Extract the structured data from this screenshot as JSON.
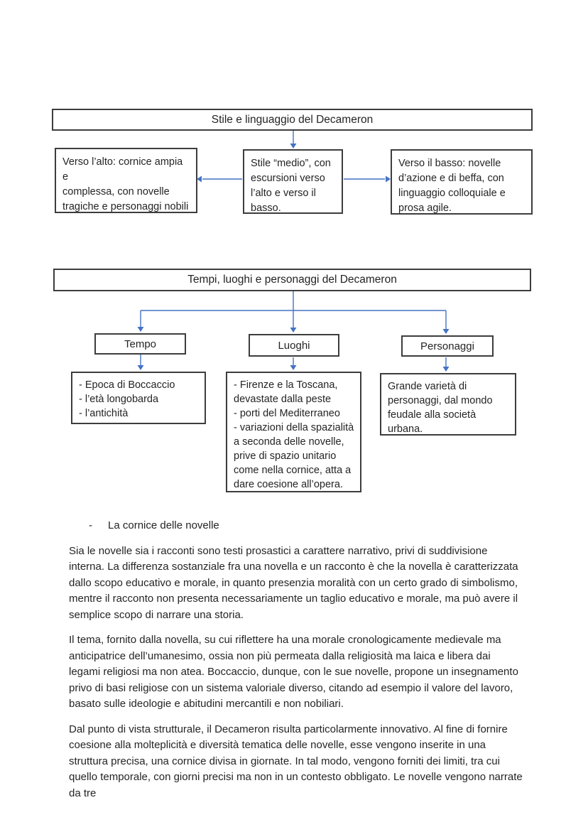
{
  "colors": {
    "arrow": "#4472c4",
    "border": "#3d3d3d",
    "text": "#242424",
    "page_bg": "#ffffff"
  },
  "diagram_stile": {
    "title": "Stile e linguaggio del Decameron",
    "left_box": "Verso l’alto: cornice ampia e\ncomplessa, con novelle\ntragiche e personaggi nobili",
    "middle_box": "Stile “medio”, con\nescursioni verso\nl’alto e verso il\nbasso.",
    "right_box": "Verso il basso: novelle\nd’azione e di beffa, con\nlinguaggio colloquiale e\nprosa agile."
  },
  "diagram_tempi": {
    "title": "Tempi, luoghi e personaggi del Decameron",
    "branches": [
      {
        "label": "Tempo",
        "content": "- Epoca di Boccaccio\n- l’età longobarda\n- l’antichità"
      },
      {
        "label": "Luoghi",
        "content": "- Firenze e la Toscana,\ndevastate dalla peste\n- porti del Mediterraneo\n- variazioni della spazialità\na seconda delle novelle,\nprive di spazio unitario\ncome nella cornice, atta a\ndare coesione all’opera."
      },
      {
        "label": "Personaggi",
        "content": "Grande varietà di\npersonaggi, dal mondo\nfeudale alla società\nurbana."
      }
    ]
  },
  "text_section": {
    "bullet_dash": "-",
    "bullet": "La cornice delle novelle",
    "paragraphs": [
      "Sia le novelle sia i racconti sono testi prosastici a carattere narrativo, privi di suddivisione interna. La differenza sostanziale fra una novella e un racconto è che la novella è caratterizzata dallo scopo educativo e morale, in quanto presenzia moralità con un certo grado di simbolismo, mentre il racconto non presenta necessariamente un taglio educativo e morale, ma può avere il semplice scopo di narrare una storia.",
      "Il tema, fornito dalla novella, su cui riflettere ha una morale cronologicamente medievale ma anticipatrice dell’umanesimo, ossia non più permeata dalla religiosità ma laica e libera dai legami religiosi ma non atea. Boccaccio, dunque, con le sue novelle, propone un insegnamento privo di basi religiose con un sistema valoriale diverso, citando ad esempio il valore del lavoro, basato sulle ideologie e abitudini mercantili e non nobiliari.",
      "Dal punto di vista strutturale, il Decameron risulta particolarmente innovativo. Al fine di fornire coesione alla molteplicità e diversità tematica delle novelle, esse vengono inserite in una struttura precisa, una cornice divisa in giornate. In tal modo, vengono forniti dei limiti, tra cui quello temporale, con giorni precisi ma non in un contesto obbligato. Le novelle vengono narrate da tre"
    ]
  }
}
